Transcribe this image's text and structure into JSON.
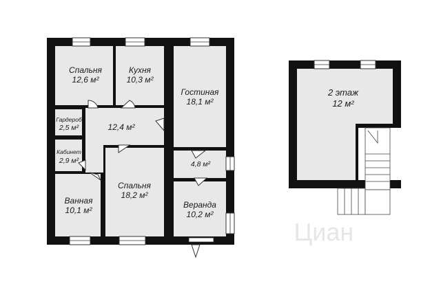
{
  "floor1": {
    "rooms": [
      {
        "id": "bedroom1",
        "name": "Спальня",
        "area": "12,6 м²"
      },
      {
        "id": "kitchen",
        "name": "Кухня",
        "area": "10,3 м²"
      },
      {
        "id": "living",
        "name": "Гостиная",
        "area": "18,1 м²"
      },
      {
        "id": "wardrobe",
        "name": "Гардероб",
        "area": "2,5 м²"
      },
      {
        "id": "hall",
        "name": "",
        "area": "12,4 м²"
      },
      {
        "id": "study",
        "name": "Кабинет",
        "area": "2,9 м²"
      },
      {
        "id": "small",
        "name": "",
        "area": "4,8 м²"
      },
      {
        "id": "bedroom2",
        "name": "Спальня",
        "area": "18,2 м²"
      },
      {
        "id": "bath",
        "name": "Ванная",
        "area": "10,1 м²"
      },
      {
        "id": "veranda",
        "name": "Веранда",
        "area": "10,2 м²"
      }
    ]
  },
  "floor2": {
    "name": "2 этаж",
    "area": "12 м²"
  },
  "colors": {
    "wall": "#111111",
    "room_fill": "#e8e8e8",
    "window": "#ffffff"
  },
  "watermark": "Циан"
}
